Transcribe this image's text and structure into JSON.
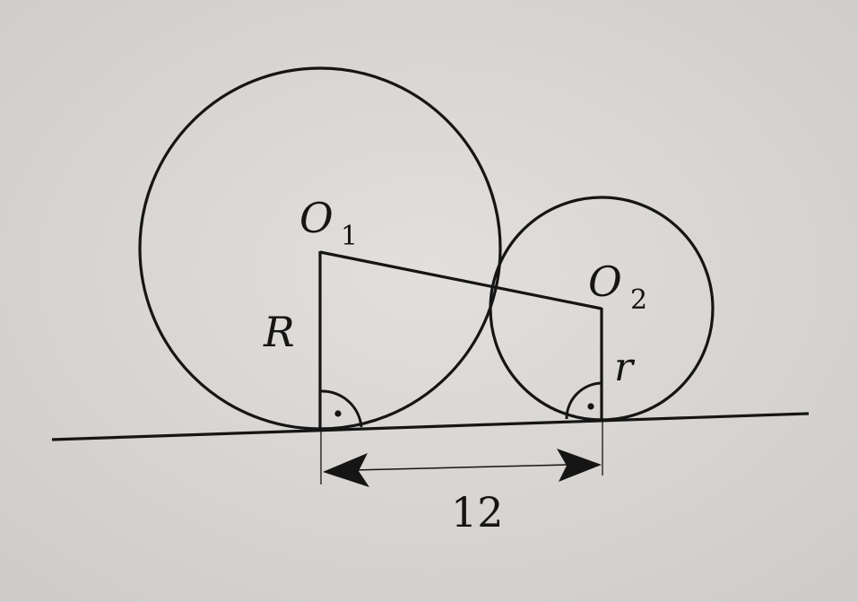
{
  "diagram": {
    "labels": {
      "center_big": "O",
      "center_big_sub": "1",
      "center_small": "O",
      "center_small_sub": "2",
      "radius_big": "R",
      "radius_small": "r",
      "distance": "12"
    },
    "colors": {
      "paper": "#dcd9d6",
      "ink": "#151515"
    }
  }
}
